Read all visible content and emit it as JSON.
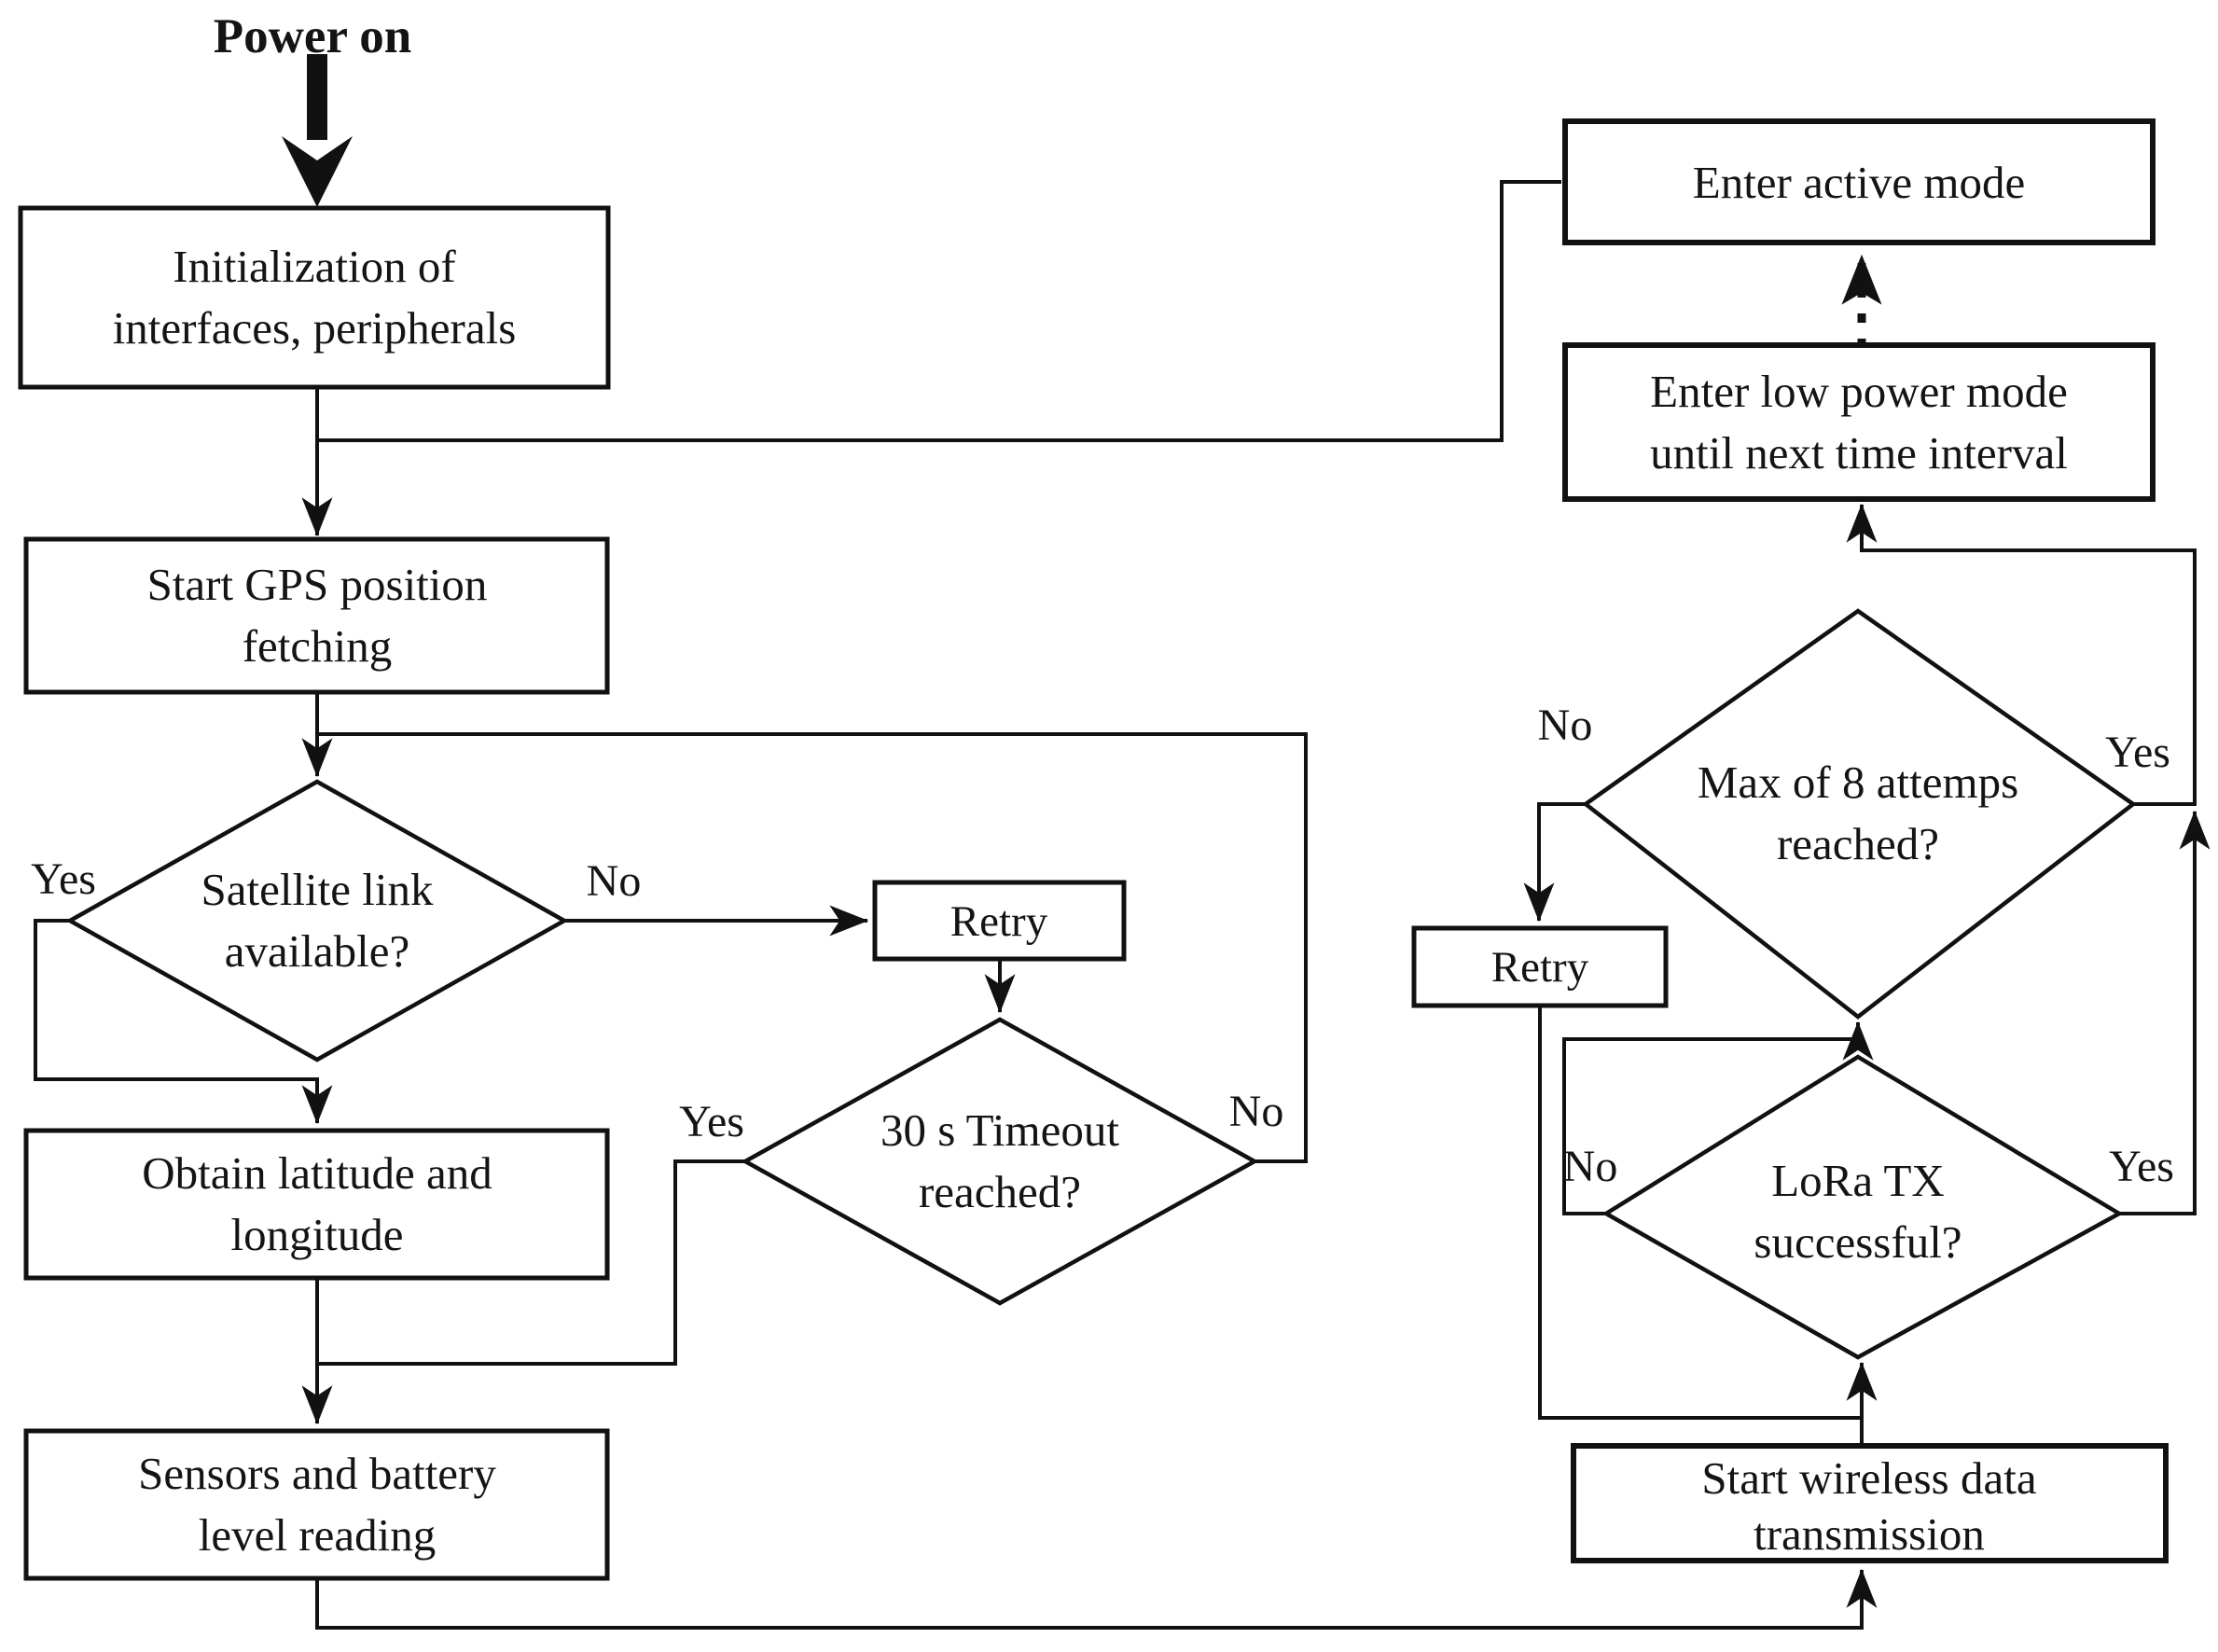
{
  "diagram": {
    "title_label": "Power on",
    "nodes": {
      "init": {
        "line1": "Initialization of",
        "line2": "interfaces, peripherals"
      },
      "gps": {
        "line1": "Start GPS position",
        "line2": "fetching"
      },
      "satellite": {
        "line1": "Satellite link",
        "line2": "available?"
      },
      "retry_gps": {
        "label": "Retry"
      },
      "timeout": {
        "line1": "30 s Timeout",
        "line2": "reached?"
      },
      "obtain": {
        "line1": "Obtain latitude and",
        "line2": "longitude"
      },
      "sensors": {
        "line1": "Sensors and battery",
        "line2": "level reading"
      },
      "active": {
        "label": "Enter active mode"
      },
      "lowpower": {
        "line1": "Enter low power mode",
        "line2": "until next time interval"
      },
      "max_attempts": {
        "line1": "Max of 8 attemps",
        "line2": "reached?"
      },
      "retry_tx": {
        "label": "Retry"
      },
      "lora": {
        "line1": "LoRa TX",
        "line2": "successful?"
      },
      "wireless": {
        "line1": "Start wireless data",
        "line2": "transmission"
      }
    },
    "edge_labels": {
      "satellite_yes": "Yes",
      "satellite_no": "No",
      "timeout_yes": "Yes",
      "timeout_no": "No",
      "max_no": "No",
      "max_yes": "Yes",
      "lora_no": "No",
      "lora_yes": "Yes"
    },
    "colors": {
      "line": "#111111",
      "text": "#141414",
      "background": "#ffffff"
    }
  }
}
